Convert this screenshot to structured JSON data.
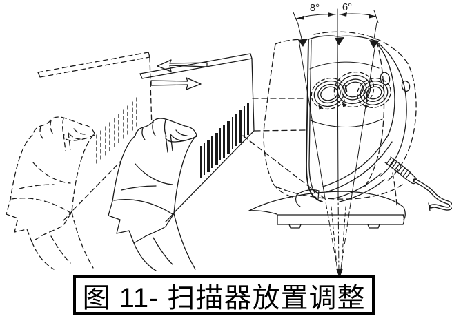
{
  "figure": {
    "caption": "图 11- 扫描器放置调整",
    "angles": {
      "left": "8°",
      "right": "6°"
    }
  },
  "icons": {
    "move_left_arrow": "outline-arrow-left",
    "move_right_arrow": "outline-arrow-right",
    "convergence_down_arrow": "filled-arrow-down"
  },
  "colors": {
    "ink": "#1a1a1a",
    "background": "#ffffff"
  }
}
